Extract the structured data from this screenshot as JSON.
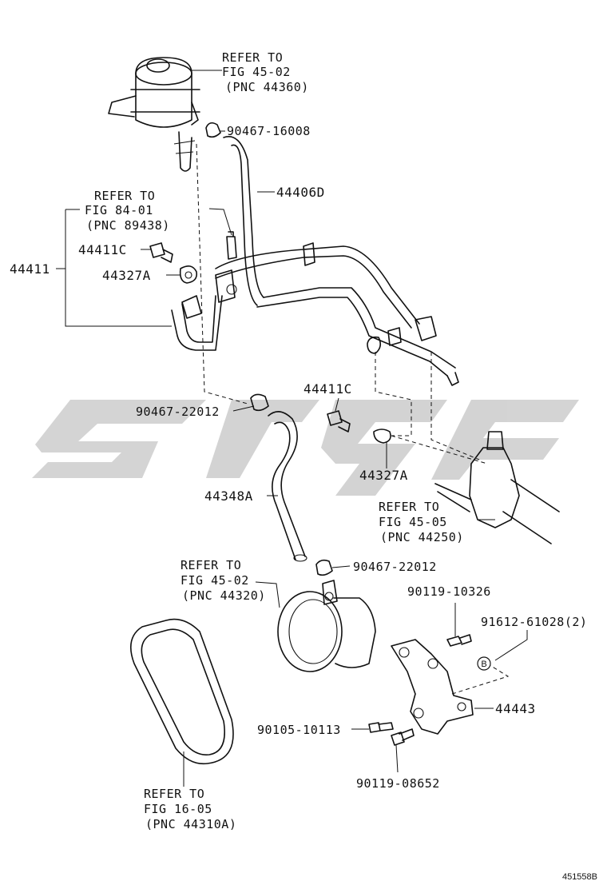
{
  "watermark": {
    "color": "#cccccc"
  },
  "labels": {
    "reservoir_ref": [
      "REFER TO",
      "FIG 45-02",
      "(PNC 44360)"
    ],
    "clamp_top": "90467-16008",
    "hose_return": "44406D",
    "sensor_ref": [
      "REFER TO",
      "FIG 84-01",
      "(PNC 89438)"
    ],
    "tube_assy": "44411",
    "bolt_a": "44411C",
    "gasket_a": "44327A",
    "clamp_mid": "90467-22012",
    "bolt_b": "44411C",
    "gasket_b": "44327A",
    "hose_suction": "44348A",
    "gear_ref": [
      "REFER TO",
      "FIG 45-05",
      "(PNC 44250)"
    ],
    "clamp_low": "90467-22012",
    "pump_ref": [
      "REFER TO",
      "FIG 45-02",
      "(PNC 44320)"
    ],
    "bolt_c": "90119-10326",
    "bolt_d": "91612-61028(2)",
    "marker": "B",
    "bracket": "44443",
    "bolt_e": "90105-10113",
    "bolt_f": "90119-08652",
    "belt_ref": [
      "REFER TO",
      "FIG 16-05",
      "(PNC 44310A)"
    ],
    "diagram_code": "451558B"
  }
}
